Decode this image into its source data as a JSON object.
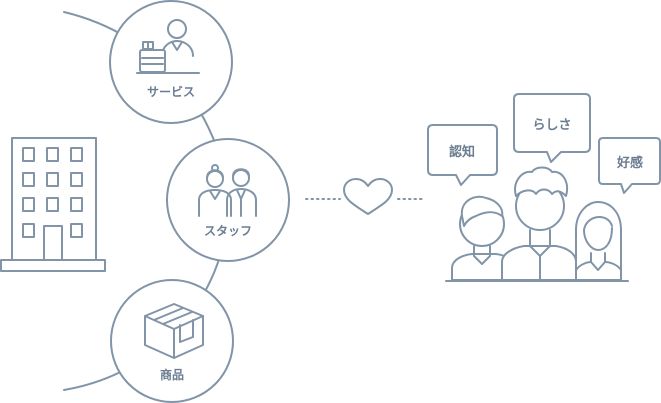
{
  "nodes": {
    "service": {
      "label": "サービス"
    },
    "staff": {
      "label": "スタッフ"
    },
    "product": {
      "label": "商品"
    }
  },
  "bubbles": {
    "recognition": {
      "label": "認知"
    },
    "identity": {
      "label": "らしさ"
    },
    "favorability": {
      "label": "好感"
    }
  },
  "colors": {
    "line": "#8294a8",
    "label": "#6b7d92",
    "background": "#ffffff"
  }
}
